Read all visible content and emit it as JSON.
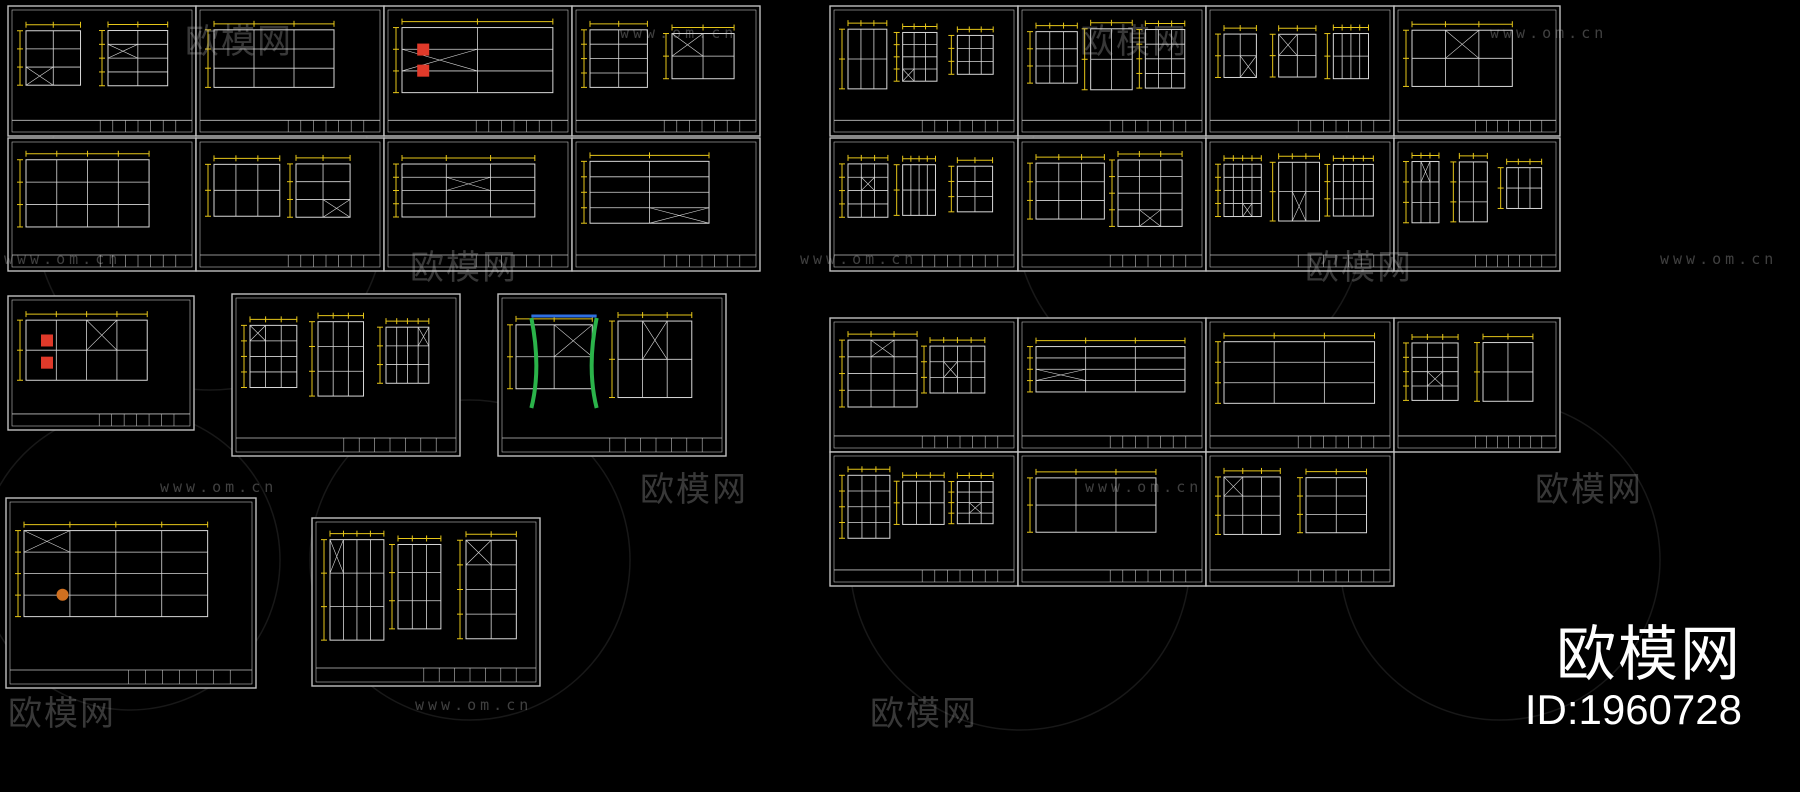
{
  "watermark": {
    "brand_cn": "欧模网",
    "url": "www.om.cn"
  },
  "brand_overlay": {
    "name": "欧模网",
    "id_text": "ID:1960728"
  },
  "colors": {
    "background": "#000000",
    "sheet_border": "#bfbfbf",
    "geometry": "#d8d8d8",
    "dimension": "#e6c619",
    "highlight_red": "#e03a2a",
    "highlight_green": "#2bb34a",
    "highlight_blue": "#2f6fe0"
  }
}
